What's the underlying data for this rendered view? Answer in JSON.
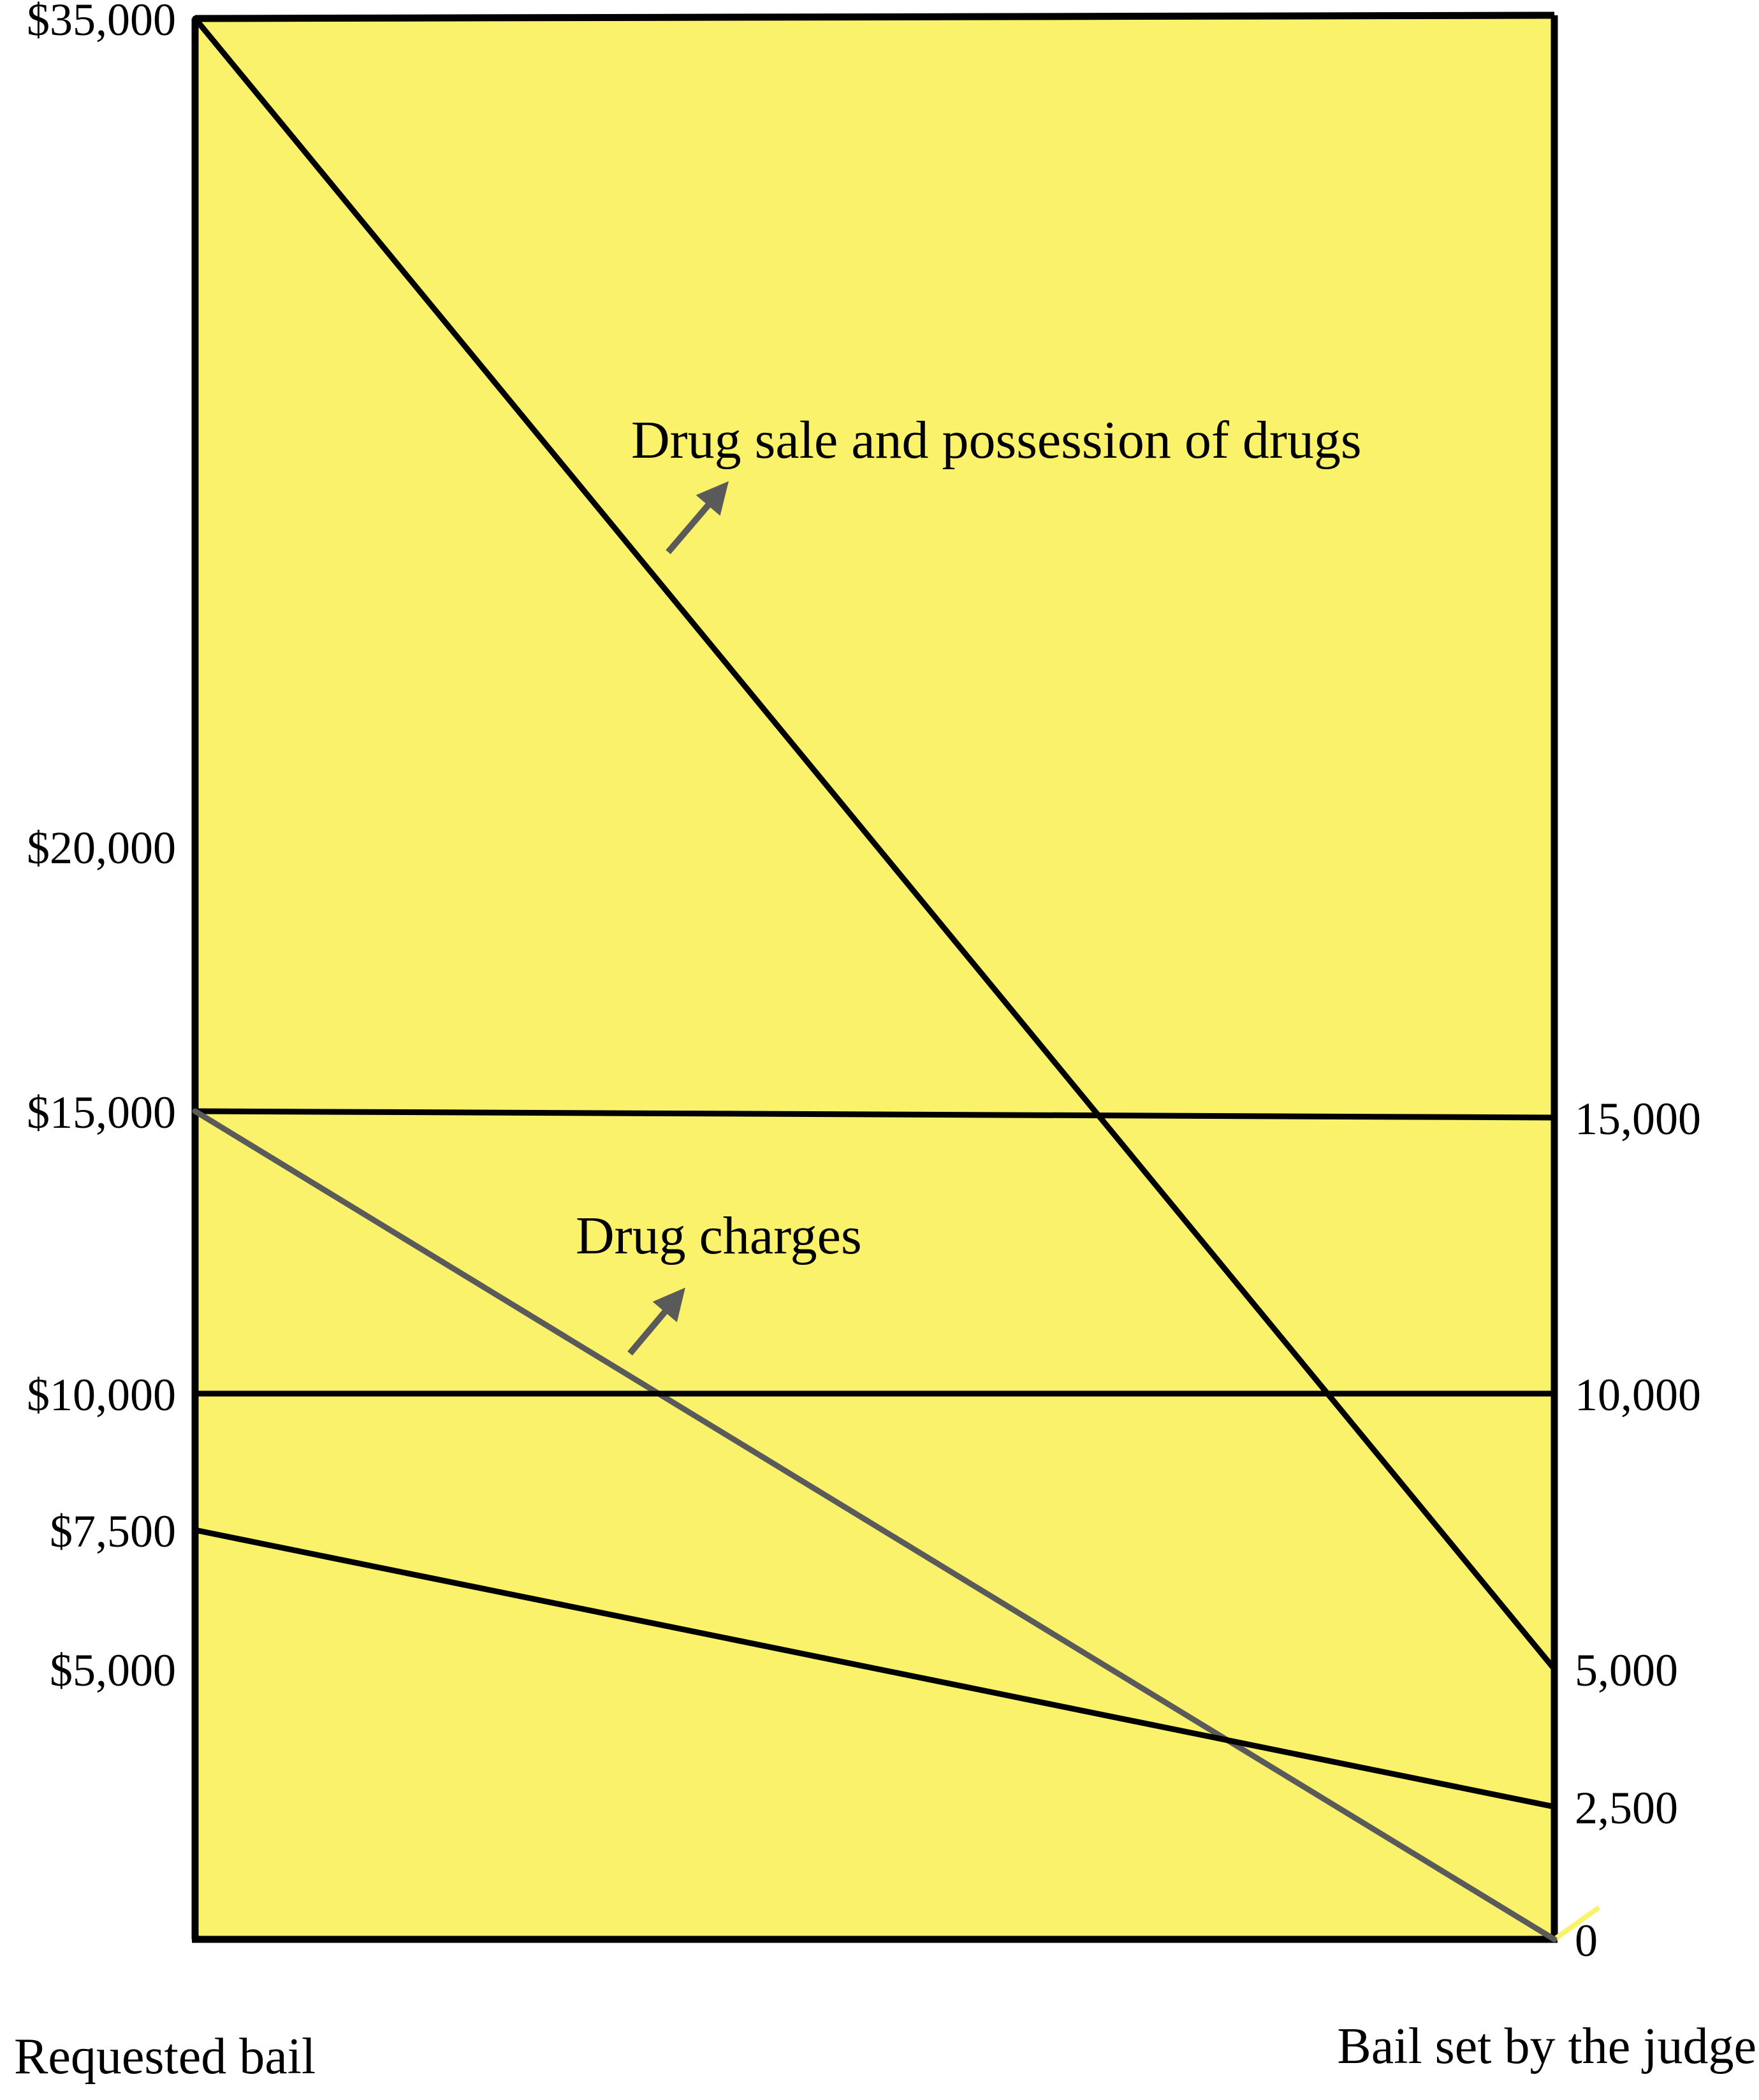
{
  "chart_data": {
    "type": "line",
    "left_axis": {
      "caption": "Requested bail",
      "ticks": [
        {
          "value": 35000,
          "label": "$35,000"
        },
        {
          "value": 20000,
          "label": "$20,000"
        },
        {
          "value": 15000,
          "label": "$15,000"
        },
        {
          "value": 10000,
          "label": "$10,000"
        },
        {
          "value": 7500,
          "label": "$7,500"
        },
        {
          "value": 5000,
          "label": "$5,000"
        }
      ]
    },
    "right_axis": {
      "caption": "Bail set by the judge",
      "ticks": [
        {
          "value": 15000,
          "label": "15,000"
        },
        {
          "value": 10000,
          "label": "10,000"
        },
        {
          "value": 5000,
          "label": "5,000"
        },
        {
          "value": 2500,
          "label": "2,500"
        },
        {
          "value": 0,
          "label": "0"
        }
      ]
    },
    "ylim": [
      0,
      35000
    ],
    "grid": false,
    "background_color": "#fbf26b",
    "series": [
      {
        "requested": 35000,
        "set": 5000,
        "color": "#000000"
      },
      {
        "requested": 15000,
        "set": 15000,
        "color": "#000000"
      },
      {
        "requested": 15000,
        "set": 0,
        "color": "#5a5a5a"
      },
      {
        "requested": 10000,
        "set": 10000,
        "color": "#000000"
      },
      {
        "requested": 7500,
        "set": 2500,
        "color": "#000000"
      }
    ],
    "annotations": [
      {
        "text": "Drug sale and possession of drugs",
        "arrow_color": "#5a5a5a"
      },
      {
        "text": "Drug charges",
        "arrow_color": "#5a5a5a"
      }
    ]
  }
}
